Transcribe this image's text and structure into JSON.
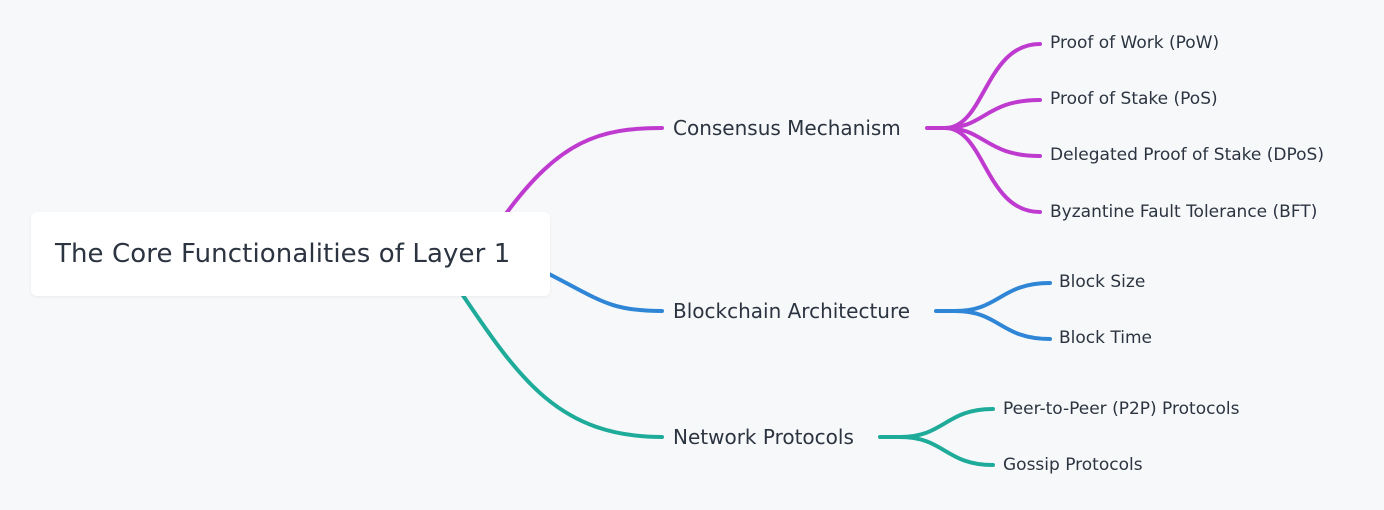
{
  "root": {
    "label": "The Core Functionalities of Layer 1"
  },
  "branches": [
    {
      "label": "Consensus Mechanism",
      "color": "#bf3bd0",
      "children": [
        "Proof of Work (PoW)",
        "Proof of Stake (PoS)",
        "Delegated Proof of Stake (DPoS)",
        "Byzantine Fault Tolerance (BFT)"
      ]
    },
    {
      "label": "Blockchain Architecture",
      "color": "#2f86d6",
      "children": [
        "Block Size",
        "Block Time"
      ]
    },
    {
      "label": "Network Protocols",
      "color": "#1fab9a",
      "children": [
        "Peer-to-Peer (P2P) Protocols",
        "Gossip Protocols"
      ]
    }
  ]
}
